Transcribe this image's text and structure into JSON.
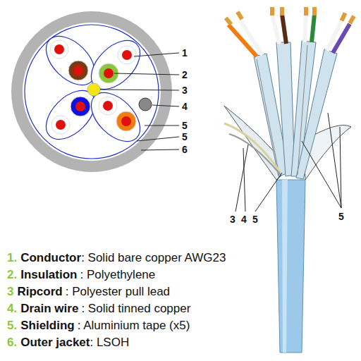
{
  "diagram": {
    "labels": [
      "1",
      "2",
      "3",
      "4",
      "5",
      "5",
      "6",
      "3",
      "4",
      "5",
      "5",
      "1.",
      "Conductor",
      ": Solid bare copper AWG23",
      "2.",
      "Insulation",
      ": Polyethylene",
      "3",
      "Ripcord",
      ": Polyester pull lead",
      "4.",
      "Drain wire",
      ": Solid tinned copper",
      "5.",
      "Shielding",
      ": Aluminium tape (x5)",
      "6.",
      "Outer jacket",
      ": LSOH"
    ]
  }
}
